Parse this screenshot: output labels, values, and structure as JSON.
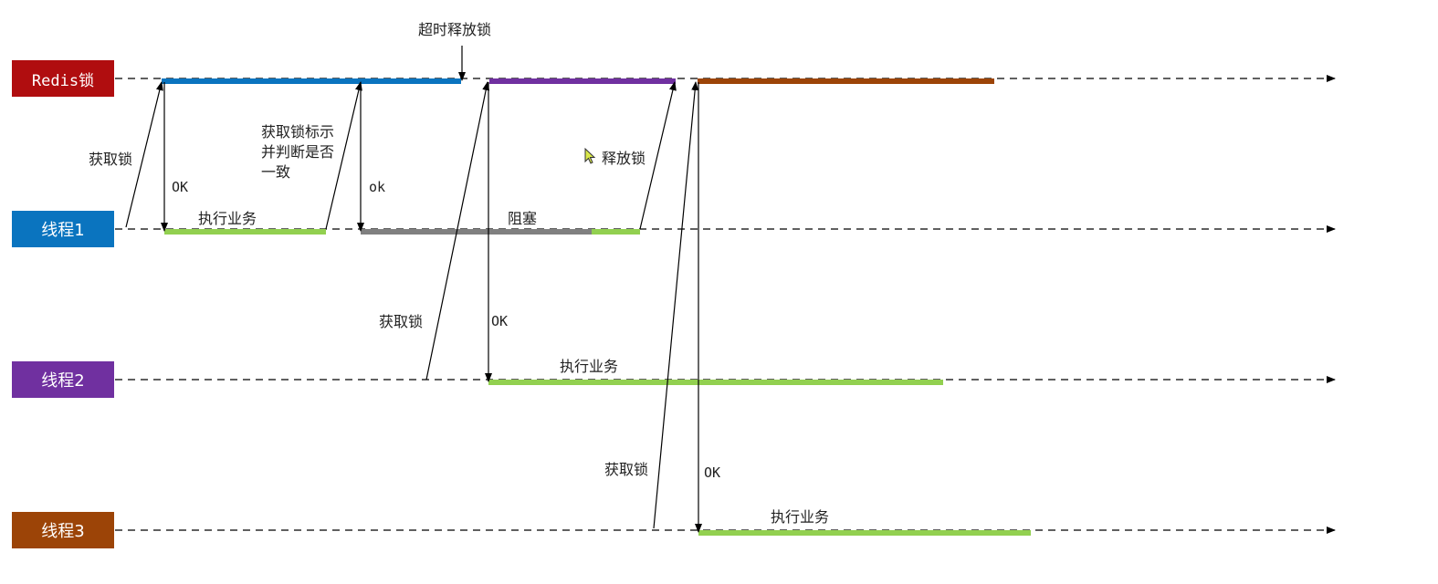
{
  "lanes": {
    "redis": {
      "label": "Redis锁",
      "color": "#b00d0f"
    },
    "thread1": {
      "label": "线程1",
      "color": "#0a74bf"
    },
    "thread2": {
      "label": "线程2",
      "color": "#7030a0"
    },
    "thread3": {
      "label": "线程3",
      "color": "#9c4407"
    }
  },
  "annotations": {
    "timeout_release": "超时释放锁",
    "t1_acquire": "获取锁",
    "t1_ok": "OK",
    "t1_execute": "执行业务",
    "t1_check_line1": "获取锁标示",
    "t1_check_line2": "并判断是否",
    "t1_check_line3": "一致",
    "t1_ok2": "ok",
    "t1_blocked": "阻塞",
    "t1_release": "释放锁",
    "t2_acquire": "获取锁",
    "t2_ok": "OK",
    "t2_execute": "执行业务",
    "t3_acquire": "获取锁",
    "t3_ok": "OK",
    "t3_execute": "执行业务"
  },
  "colors": {
    "business": "#92d050",
    "blocked": "#808080",
    "redis_hold_t1": "#0a74bf",
    "redis_hold_t2": "#7030a0",
    "redis_hold_t3": "#9c4407"
  },
  "icons": {
    "cursor": "mouse-pointer-icon"
  }
}
